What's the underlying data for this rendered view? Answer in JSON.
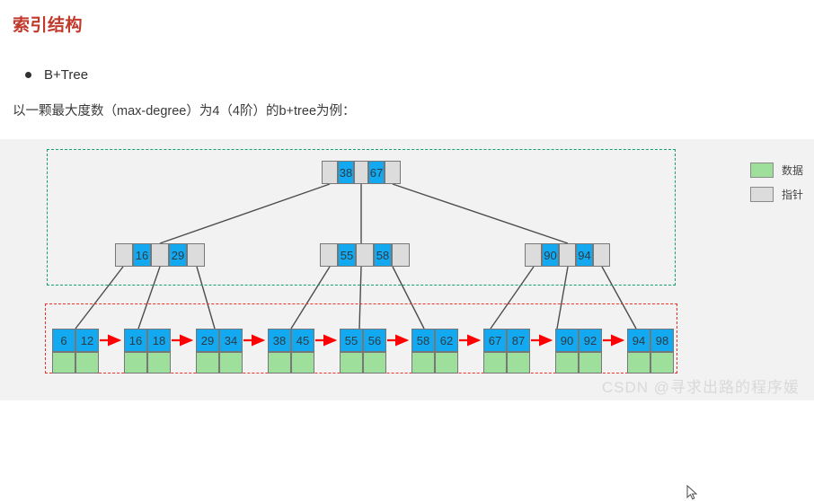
{
  "article": {
    "title": "索引结构",
    "bullet": "B+Tree",
    "paragraph": "以一颗最大度数（max-degree）为4（4阶）的b+tree为例："
  },
  "legend": {
    "items": [
      {
        "name": "data",
        "label": "数据",
        "color": "#9ee09b"
      },
      {
        "name": "pointer",
        "label": "指针",
        "color": "#dcdcdc"
      }
    ]
  },
  "watermark": "CSDN @寻求出路的程序媛",
  "colors": {
    "title": "#c0392b",
    "key_cell": "#12a9f0",
    "pointer_cell": "#dcdcdc",
    "data_cell": "#9ee09b",
    "index_box_border": "#13a06a",
    "leaf_box_border": "#e8322a",
    "leaf_link_arrow": "#ff0000",
    "canvas_bg": "#f2f2f2"
  },
  "diagram": {
    "type": "b+tree",
    "max_degree": 4,
    "index_region_label": "index (dashed green)",
    "leaf_region_label": "leaf / data (dashed red)",
    "root": {
      "keys": [
        "38",
        "67"
      ],
      "pointers": 3
    },
    "internal": [
      {
        "keys": [
          "16",
          "29"
        ],
        "pointers": 3
      },
      {
        "keys": [
          "55",
          "58"
        ],
        "pointers": 3
      },
      {
        "keys": [
          "90",
          "94"
        ],
        "pointers": 3
      }
    ],
    "leaves": [
      {
        "keys": [
          "6",
          "12"
        ],
        "data_cells": 2
      },
      {
        "keys": [
          "16",
          "18"
        ],
        "data_cells": 2
      },
      {
        "keys": [
          "29",
          "34"
        ],
        "data_cells": 2
      },
      {
        "keys": [
          "38",
          "45"
        ],
        "data_cells": 2
      },
      {
        "keys": [
          "55",
          "56"
        ],
        "data_cells": 2
      },
      {
        "keys": [
          "58",
          "62"
        ],
        "data_cells": 2
      },
      {
        "keys": [
          "67",
          "87"
        ],
        "data_cells": 2
      },
      {
        "keys": [
          "90",
          "92"
        ],
        "data_cells": 2
      },
      {
        "keys": [
          "94",
          "98"
        ],
        "data_cells": 2
      }
    ]
  }
}
